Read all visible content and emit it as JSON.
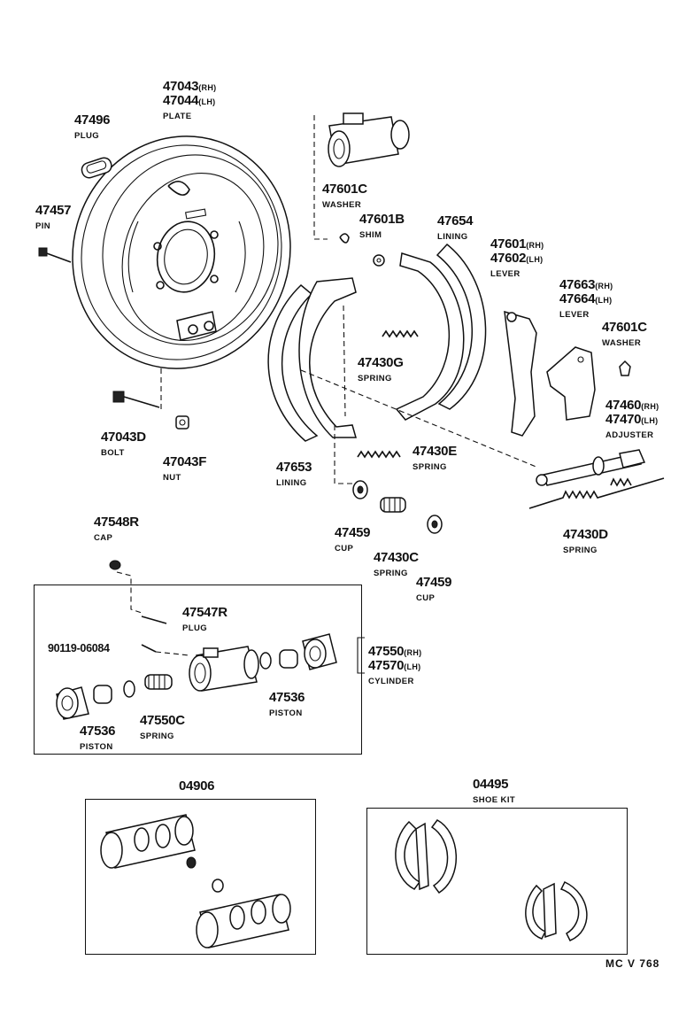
{
  "parts": {
    "plate": {
      "num1": "47043",
      "sfx1": "(RH)",
      "num2": "47044",
      "sfx2": "(LH)",
      "name": "PLATE"
    },
    "plug_47496": {
      "num": "47496",
      "name": "PLUG"
    },
    "pin": {
      "num": "47457",
      "name": "PIN"
    },
    "washer_top": {
      "num": "47601C",
      "name": "WASHER"
    },
    "shim": {
      "num": "47601B",
      "name": "SHIM"
    },
    "lining_right": {
      "num": "47654",
      "name": "LINING"
    },
    "lever_parking": {
      "num1": "47601",
      "sfx1": "(RH)",
      "num2": "47602",
      "sfx2": "(LH)",
      "name": "LEVER"
    },
    "lever_adjust": {
      "num1": "47663",
      "sfx1": "(RH)",
      "num2": "47664",
      "sfx2": "(LH)",
      "name": "LEVER"
    },
    "washer_right": {
      "num": "47601C",
      "name": "WASHER"
    },
    "spring_g": {
      "num": "47430G",
      "name": "SPRING"
    },
    "adjuster": {
      "num1": "47460",
      "sfx1": "(RH)",
      "num2": "47470",
      "sfx2": "(LH)",
      "name": "ADJUSTER"
    },
    "bolt": {
      "num": "47043D",
      "name": "BOLT"
    },
    "nut": {
      "num": "47043F",
      "name": "NUT"
    },
    "lining_left": {
      "num": "47653",
      "name": "LINING"
    },
    "spring_e": {
      "num": "47430E",
      "name": "SPRING"
    },
    "cup_left": {
      "num": "47459",
      "name": "CUP"
    },
    "spring_c": {
      "num": "47430C",
      "name": "SPRING"
    },
    "cup_right": {
      "num": "47459",
      "name": "CUP"
    },
    "spring_d": {
      "num": "47430D",
      "name": "SPRING"
    },
    "cap": {
      "num": "47548R",
      "name": "CAP"
    },
    "plug_bleeder": {
      "num": "47547R",
      "name": "PLUG"
    },
    "bleeder_screw": {
      "num": "90119-06084"
    },
    "cylinder": {
      "num1": "47550",
      "sfx1": "(RH)",
      "num2": "47570",
      "sfx2": "(LH)",
      "name": "CYLINDER"
    },
    "piston_right": {
      "num": "47536",
      "name": "PISTON"
    },
    "piston_left": {
      "num": "47536",
      "name": "PISTON"
    },
    "spring_550c": {
      "num": "47550C",
      "name": "SPRING"
    },
    "cyl_kit": {
      "num": "04906"
    },
    "shoe_kit": {
      "num": "04495",
      "name": "SHOE KIT"
    }
  },
  "footer_code": "MC V 768"
}
